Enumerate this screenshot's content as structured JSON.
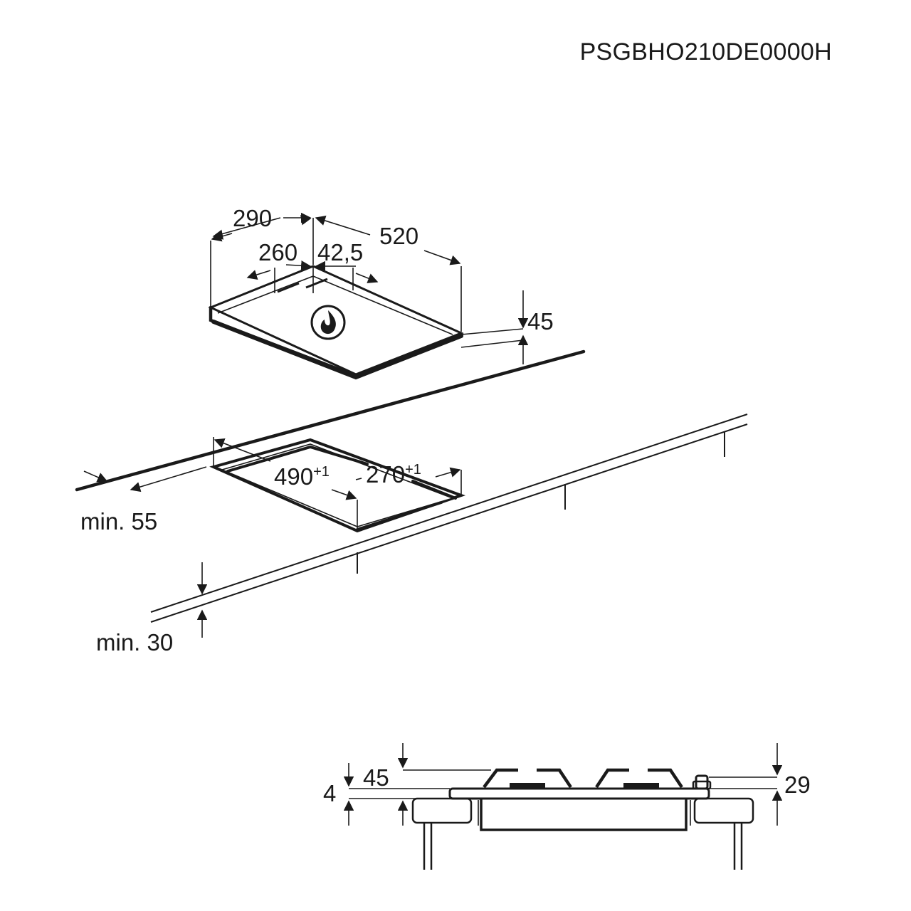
{
  "header": {
    "model_code": "PSGBHO210DE0000H"
  },
  "top_view": {
    "width_label": "290",
    "inner_width_label": "260",
    "offset_label": "42,5",
    "depth_label": "520",
    "height_label": "45"
  },
  "cutout": {
    "depth_label": "490",
    "depth_tol": "+1",
    "width_label": "270",
    "width_tol": "+1",
    "rear_clearance_label": "min. 55",
    "worktop_label": "min. 30"
  },
  "side_view": {
    "left_height_label": "4",
    "left_total_label": "45",
    "right_height_label": "29"
  },
  "icons": {
    "gas": "flame-icon"
  },
  "colors": {
    "line": "#1a1a1a",
    "background": "#ffffff"
  }
}
